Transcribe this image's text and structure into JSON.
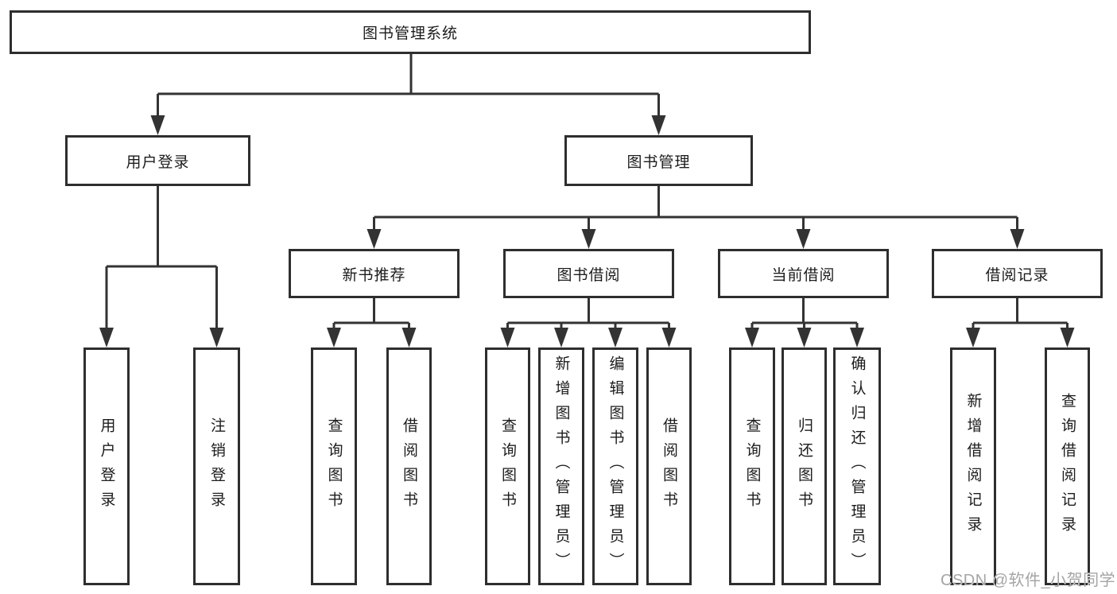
{
  "diagram_title": "图书管理系统",
  "nodes": {
    "root": "图书管理系统",
    "l2": [
      "用户登录",
      "图书管理"
    ],
    "l3": [
      "新书推荐",
      "图书借阅",
      "当前借阅",
      "借阅记录"
    ],
    "leaves": [
      "用户登录",
      "注销登录",
      "查询图书",
      "借阅图书",
      "查询图书",
      "新增图书（管理员）",
      "编辑图书（管理员）",
      "借阅图书",
      "查询图书",
      "归还图书",
      "确认归还（管理员）",
      "新增借阅记录",
      "查询借阅记录"
    ]
  },
  "watermark": "CSDN @软件_小贺同学",
  "colors": {
    "background": "#ffffff",
    "box_border": "#2e2e2e",
    "connector": "#333333",
    "text": "#1c1c1c",
    "watermark": "#a5a5a5"
  }
}
